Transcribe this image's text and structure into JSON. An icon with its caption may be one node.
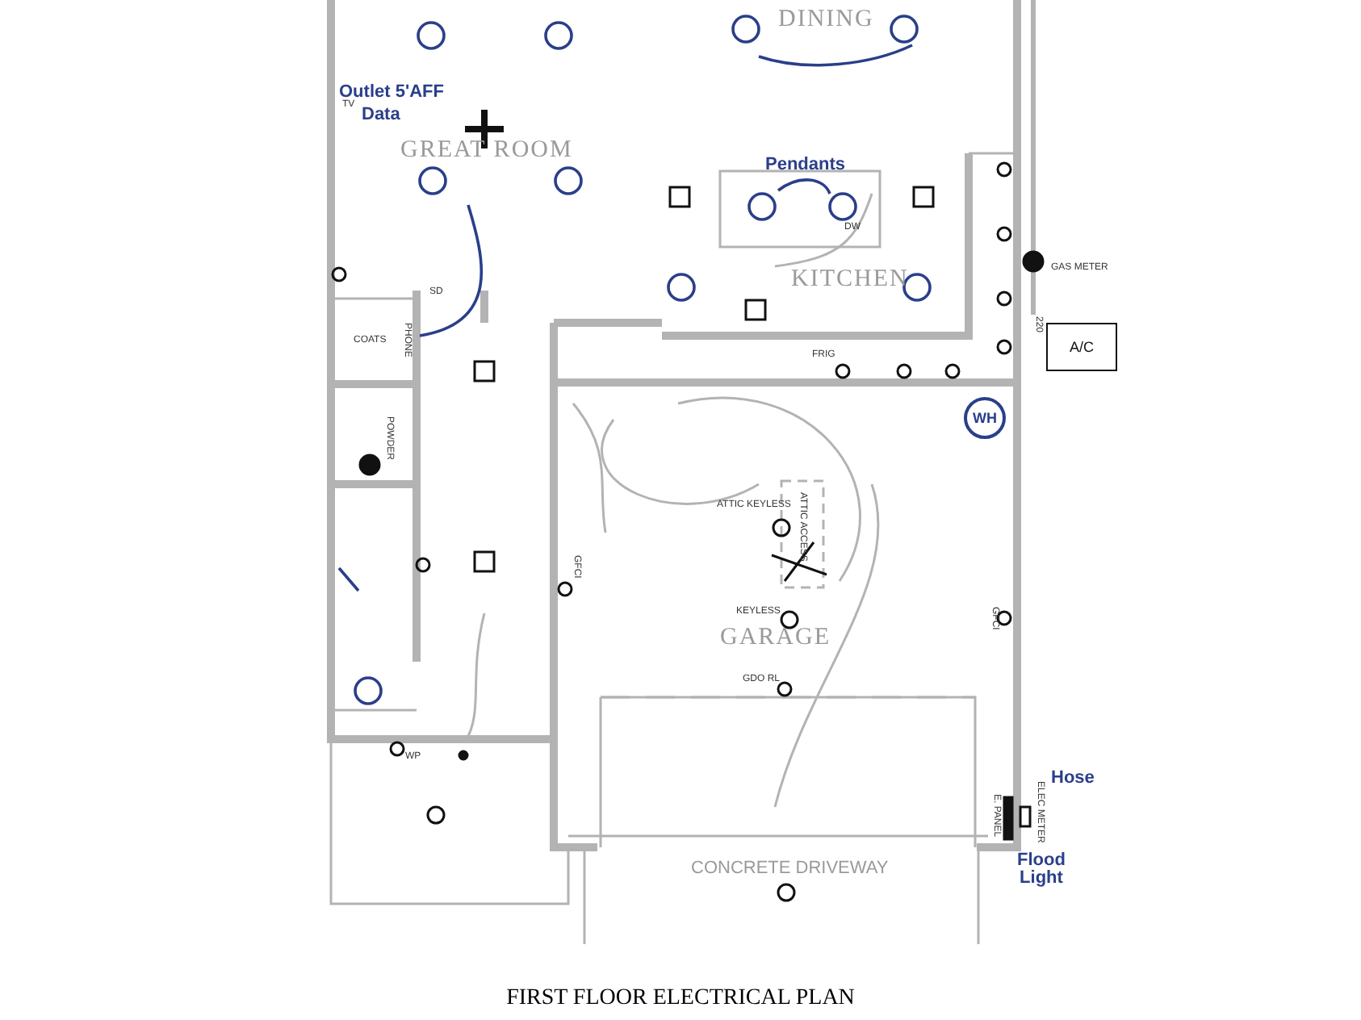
{
  "diagram": {
    "title": "FIRST FLOOR ELECTRICAL PLAN",
    "nodes": [
      {
        "text": [
          "A/C"
        ]
      },
      {
        "text": [
          "WH"
        ]
      }
    ],
    "labels": [
      "DINING",
      "Outlet 5'AFF",
      "Data",
      "TV",
      "GREAT ROOM",
      "Pendants",
      "SD",
      "COATS",
      "PHONE",
      "KITCHEN",
      "DW",
      "FRIG",
      "GAS METER",
      "220",
      "POWDER",
      "GFCI",
      "ATTIC KEYLESS",
      "ATTIC ACCESS",
      "KEYLESS",
      "GARAGE",
      "GDO RL",
      "GFCI",
      "Hose",
      "E. PANEL",
      "ELEC METER",
      "WP",
      "CONCRETE DRIVEWAY",
      "Flood Light"
    ]
  }
}
